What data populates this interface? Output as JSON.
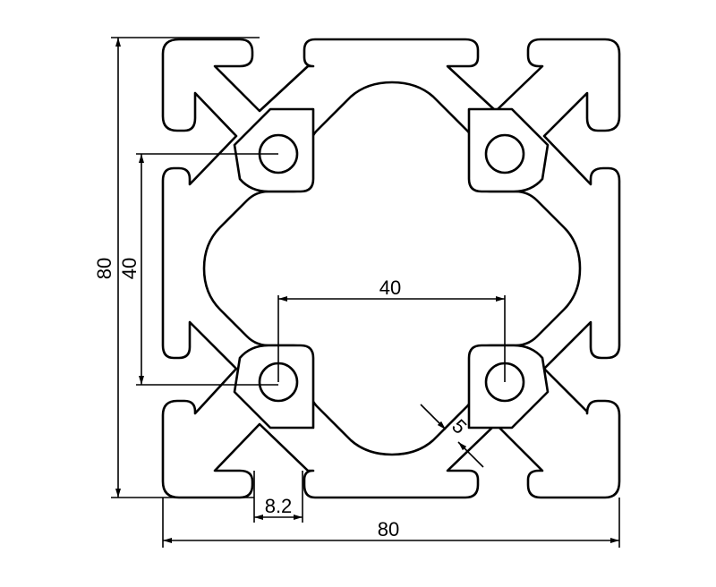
{
  "drawing": {
    "dimensions": {
      "overall_width": "80",
      "overall_height": "80",
      "hole_spacing_horizontal": "40",
      "hole_spacing_vertical": "40",
      "slot_opening": "8.2",
      "wall_thickness": "5"
    },
    "colors": {
      "line": "#000000",
      "background": "#ffffff"
    }
  }
}
